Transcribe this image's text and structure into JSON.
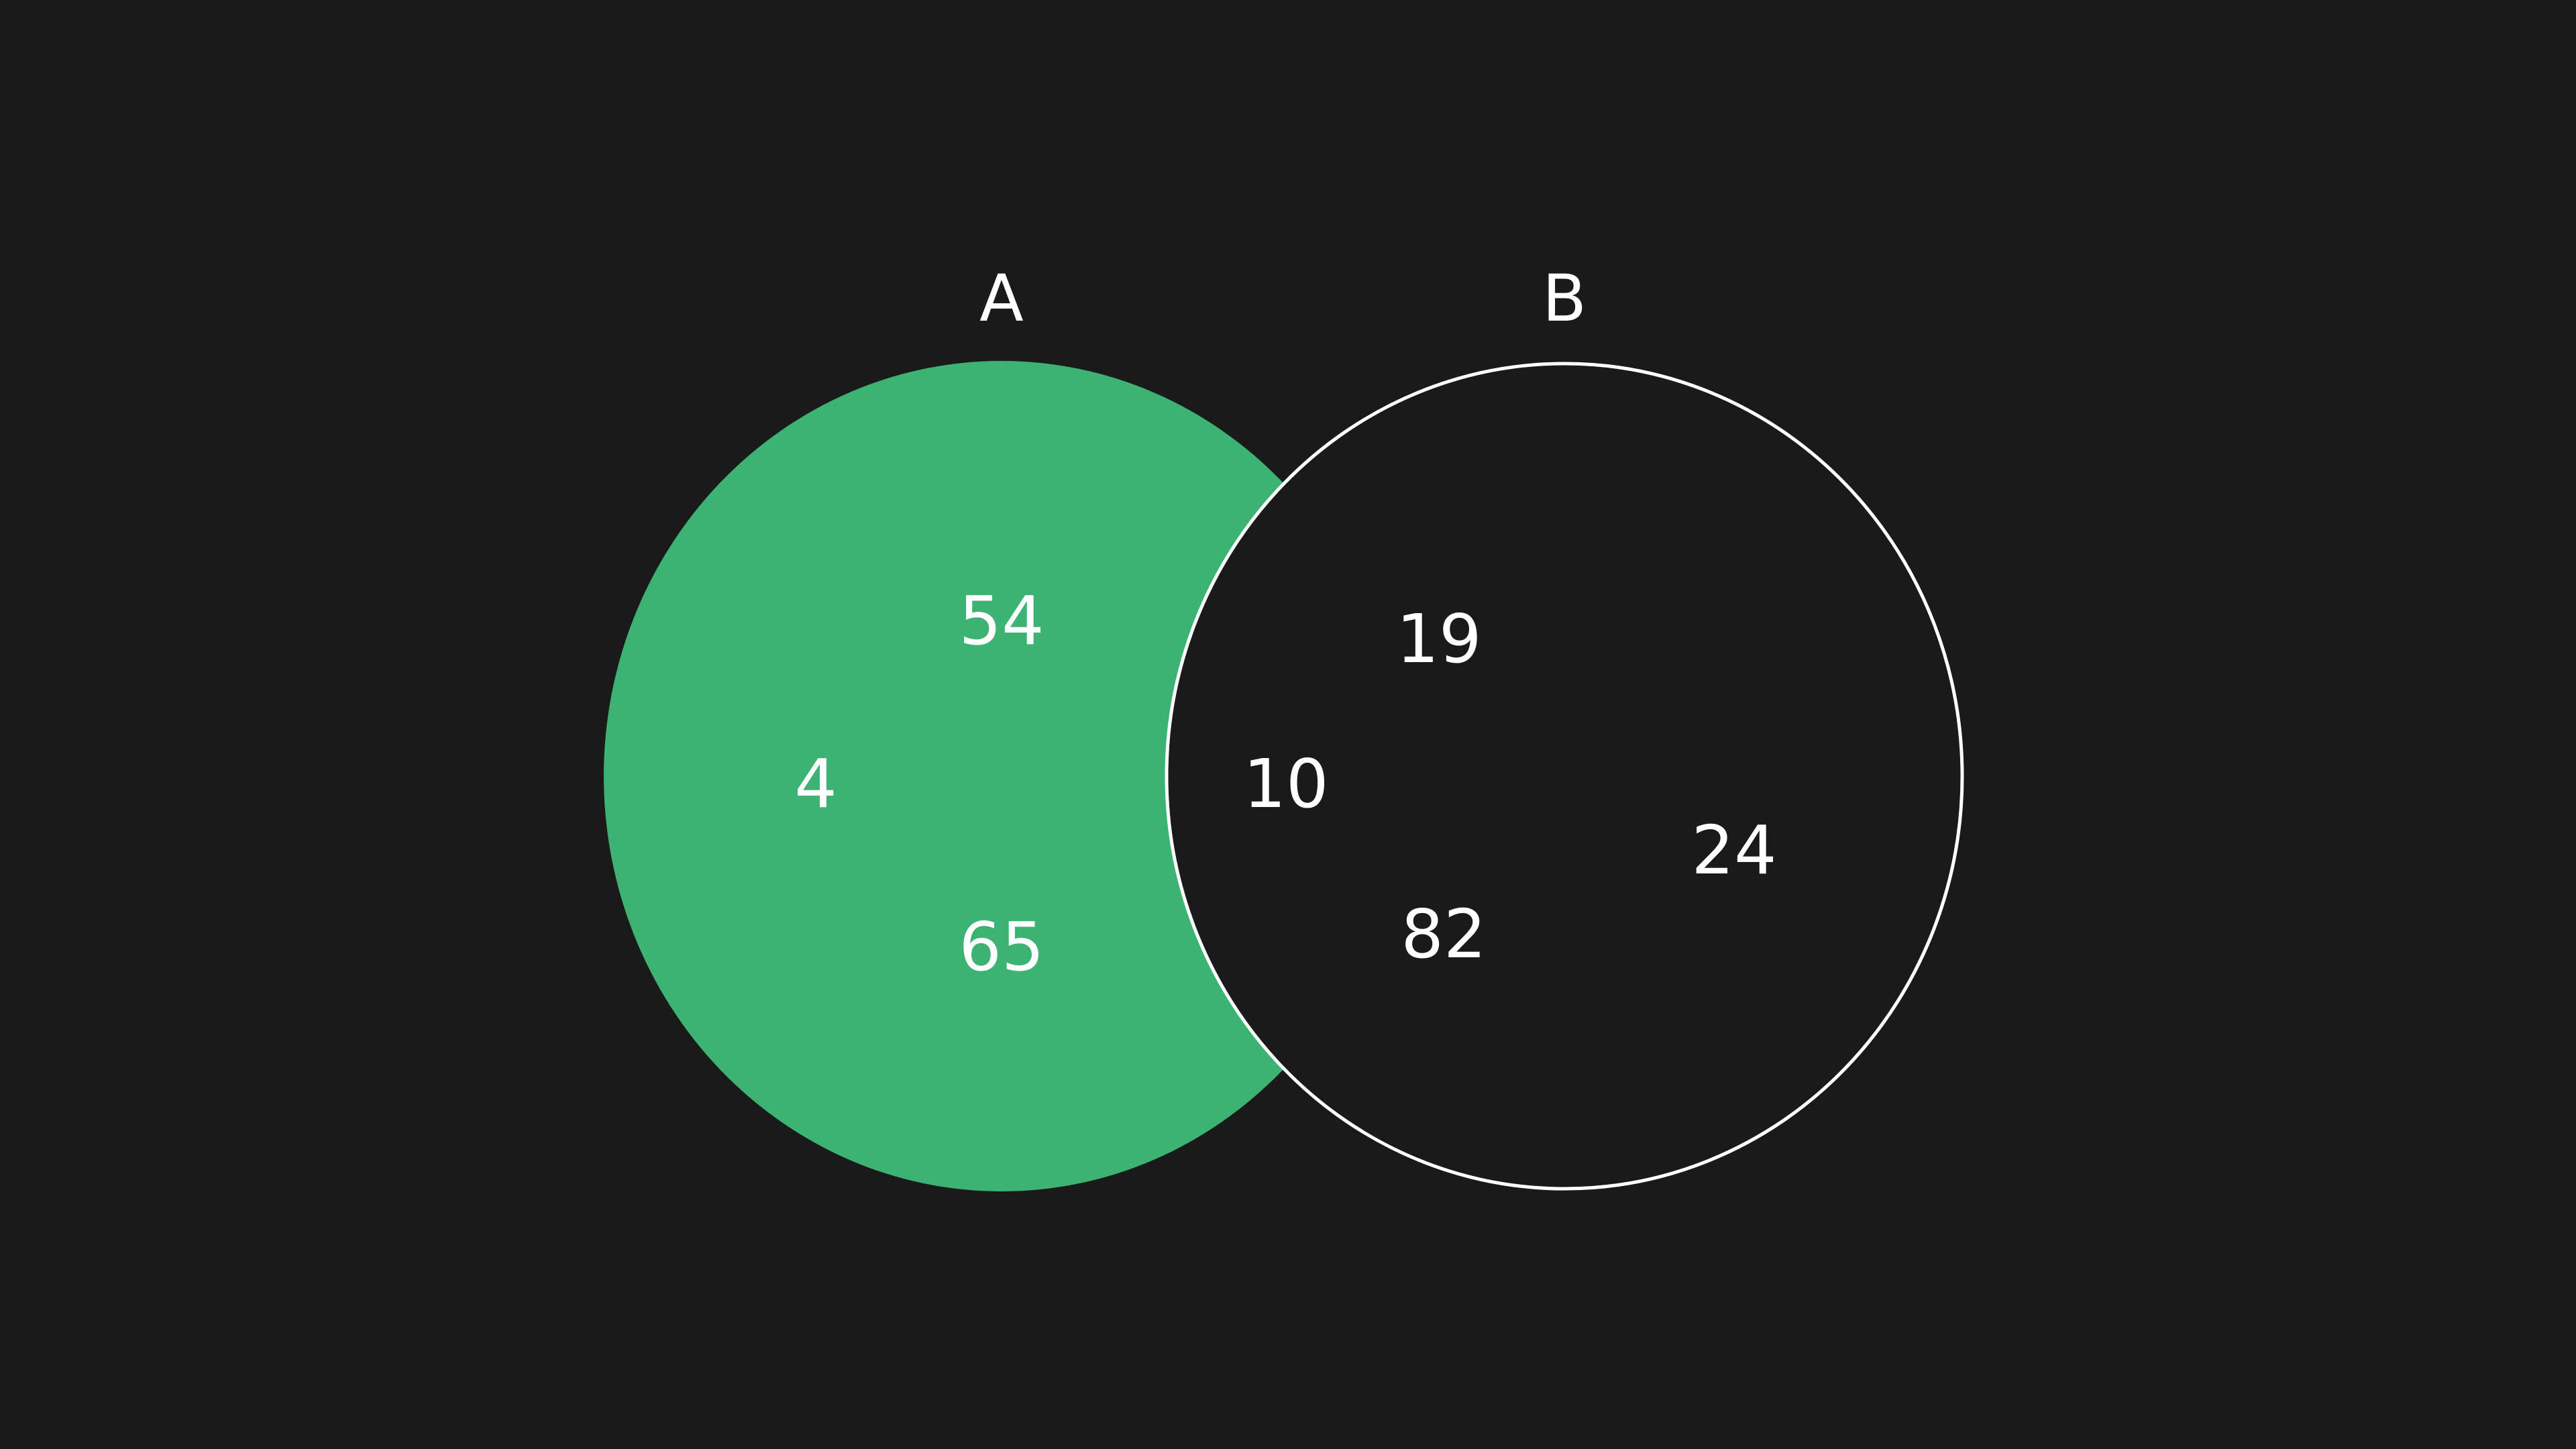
{
  "diagram": {
    "type": "venn",
    "sets": [
      {
        "id": "A",
        "label": "A",
        "shaded": true
      },
      {
        "id": "B",
        "label": "B",
        "shaded": false
      }
    ],
    "numbers": {
      "a_top": "54",
      "a_left": "4",
      "a_bottom": "65",
      "intersection": "10",
      "b_top": "19",
      "b_bottom": "82",
      "b_right": "24"
    },
    "shaded_region": "A minus B",
    "colors": {
      "background": "#1a1a1a",
      "shade": "#3db373",
      "stroke": "#ffffff",
      "text": "#ffffff"
    }
  }
}
